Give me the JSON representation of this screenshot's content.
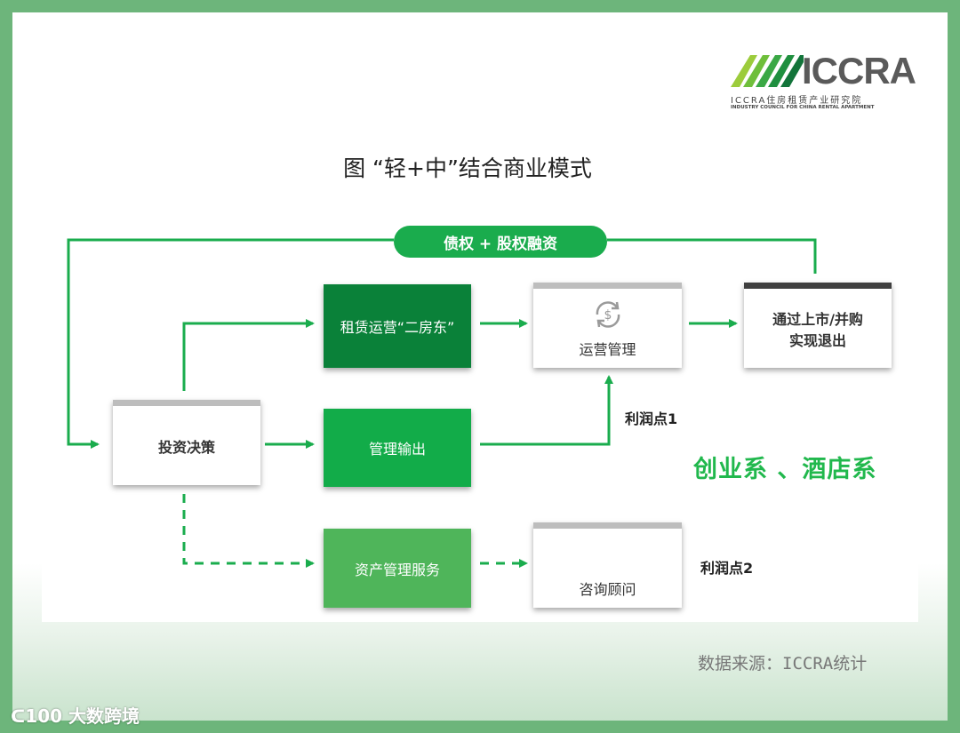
{
  "logo": {
    "name": "ICCRA",
    "subtitle": "ICCRA住房租赁产业研究院",
    "subtitle_en": "INDUSTRY COUNCIL FOR CHINA RENTAL APARTMENT"
  },
  "title": "图 “轻+中”结合商业模式",
  "pill": "债权 + 股权融资",
  "nodes": {
    "investment_decision": "投资决策",
    "sublet": "租赁运营“二房东”",
    "management_output": "管理输出",
    "asset_management": "资产管理服务",
    "operations_management": "运营管理",
    "consulting": "咨询顾问",
    "exit": "通过上市/并购\n实现退出"
  },
  "labels": {
    "profit1": "利润点1",
    "profit2": "利润点2",
    "categories": "创业系 、酒店系"
  },
  "source": "数据来源：ICCRA统计",
  "watermark": "大数跨境",
  "colors": {
    "green_dark": "#0a8139",
    "green_mid": "#12ac49",
    "green_light": "#4fb55a",
    "arrow": "#1aac4d"
  }
}
